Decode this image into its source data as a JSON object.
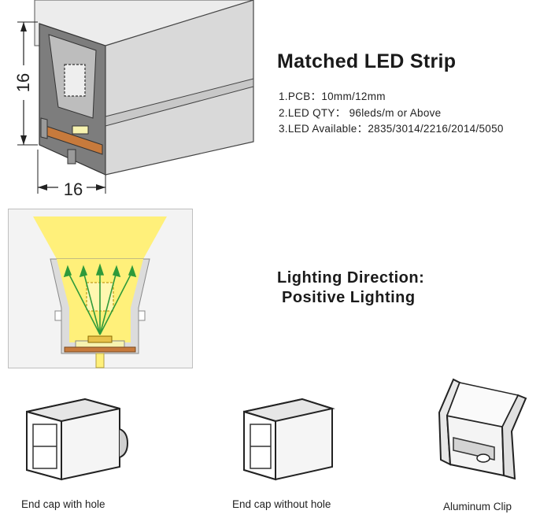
{
  "header": {
    "title": "Matched LED Strip",
    "specs": [
      "1.PCB：10mm/12mm",
      "2.LED QTY： 96leds/m or Above",
      "3.LED Available：2835/3014/2216/2014/5050"
    ]
  },
  "dimensions": {
    "height": "16",
    "width": "16"
  },
  "lighting": {
    "line1": "Lighting Direction:",
    "line2": "Positive Lighting"
  },
  "accessories": [
    {
      "caption": "End cap with hole",
      "icon": "end-cap-with-hole-icon"
    },
    {
      "caption": "End cap without hole",
      "icon": "end-cap-without-hole-icon"
    },
    {
      "caption": "Aluminum Clip",
      "icon": "aluminum-clip-icon"
    }
  ],
  "colors": {
    "light": "#fff07a",
    "arrow": "#2e9a3a",
    "pcb": "#c77a3c",
    "profile": "#e4e4e4"
  }
}
